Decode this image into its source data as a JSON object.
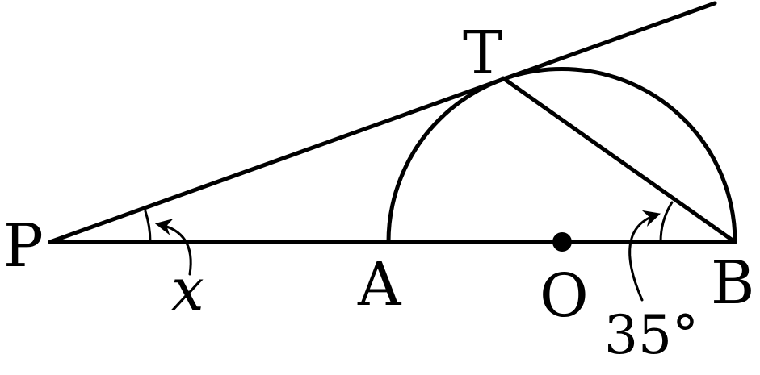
{
  "diagram": {
    "points": {
      "P": "P",
      "T": "T",
      "A": "A",
      "O": "O",
      "B": "B"
    },
    "angles": {
      "at_P": "x",
      "at_B": "35°"
    }
  }
}
